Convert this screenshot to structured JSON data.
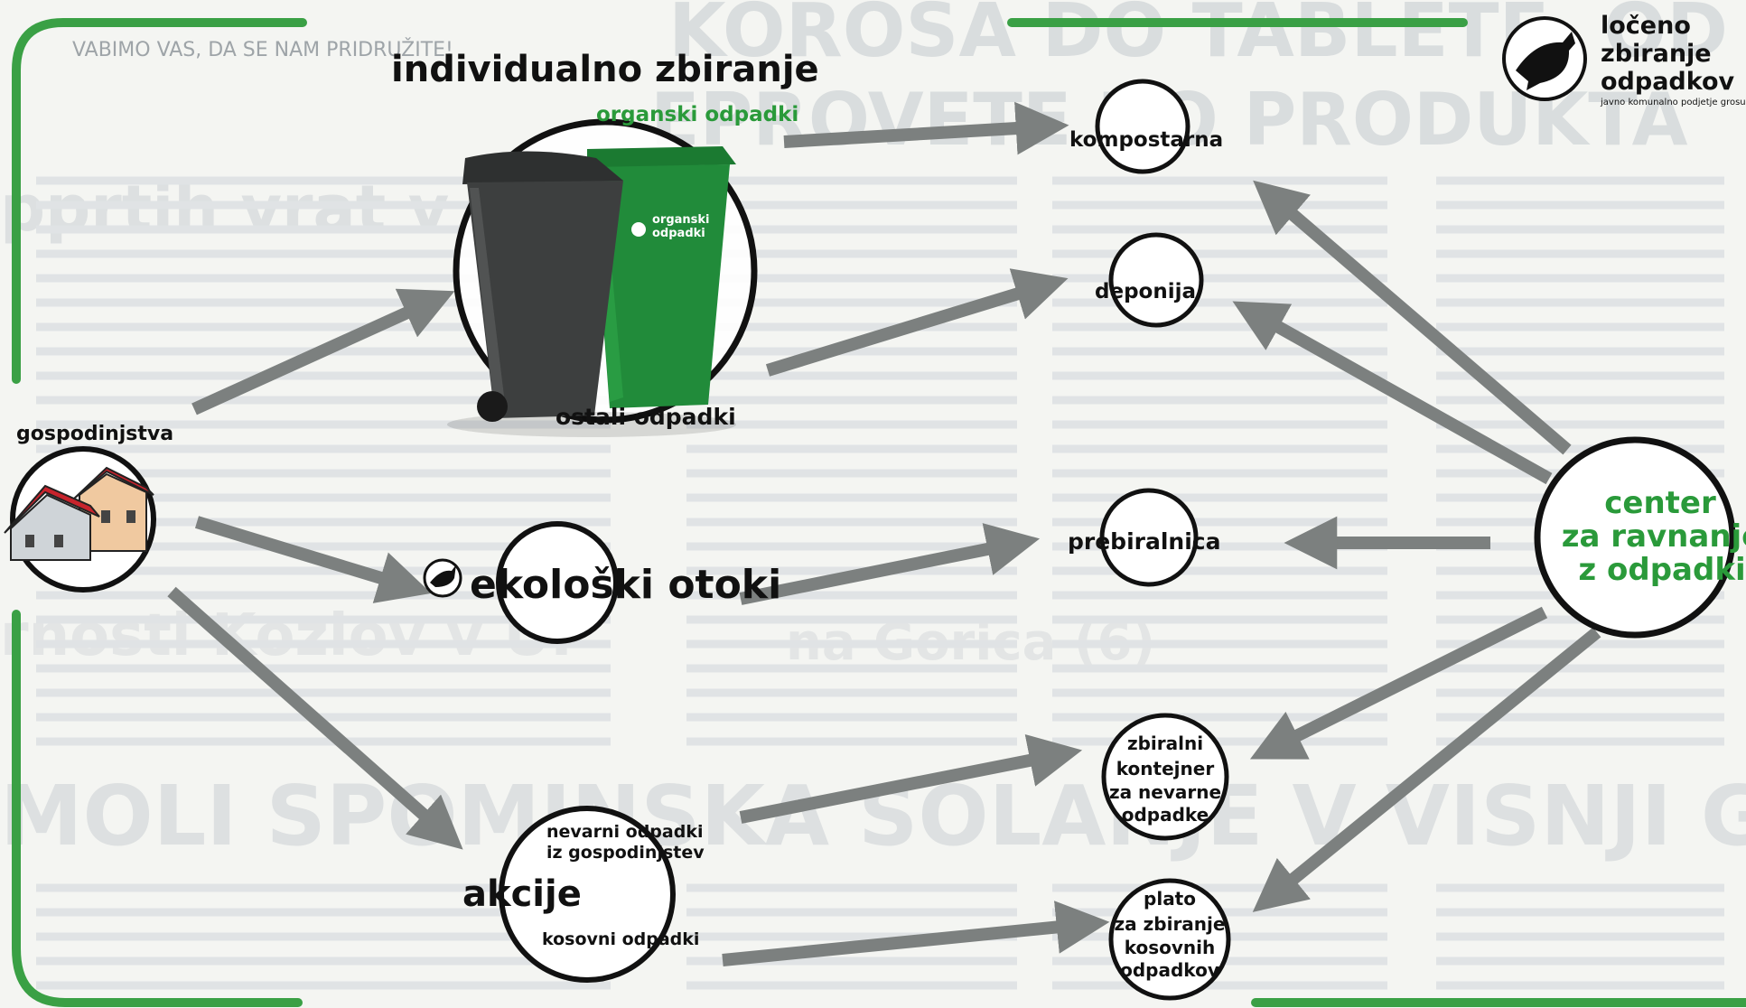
{
  "logo": {
    "lines": [
      "ločeno",
      "zbiranje",
      "odpadkov"
    ],
    "subtitle": "javno komunalno podjetje grosuplje"
  },
  "background_text": {
    "headline_top": "KOROŠA DO TABLETE, OD",
    "headline_top_2": "EPROVETE DO PRODUKTA",
    "headline_left": "pprtih vrat v Livad",
    "headline_bottom": "MOLI SPOMINSKA SOLANJE V VISNJI GOR",
    "headline_mid": "rnosti Kozlov v UI",
    "headline_mid2": "na Gorica (6)",
    "strip": "VABIMO VAS, DA SE NAM PRIDRUŽITE!"
  },
  "diagram": {
    "title": "individualno zbiranje",
    "organic_label": "organski odpadki",
    "bin_label_line1": "organski",
    "bin_label_line2": "odpadki",
    "residual_label": "ostali odpadki",
    "households": "gospodinjstva",
    "eco_islands": "ekološki otoki",
    "actions": "akcije",
    "hazardous_household_line1": "nevarni odpadki",
    "hazardous_household_line2": "iz gospodinjstev",
    "bulky": "kosovni odpadki",
    "composting": "kompostarna",
    "landfill": "deponija",
    "sorting": "prebiralnica",
    "hazard_container": [
      "zbiralni",
      "kontejner",
      "za nevarne",
      "odpadke"
    ],
    "bulky_plateau": [
      "plato",
      "za zbiranje",
      "kosovnih",
      "odpadkov"
    ],
    "center": [
      "center",
      "za ravnanje",
      "z odpadki"
    ]
  },
  "colors": {
    "accent_green": "#2a9a3a",
    "frame_green": "#3aa045",
    "arrow_gray": "#7c807f",
    "circle": "#111111",
    "house_roof": "#c8232c",
    "bin_dark": "#3d3f3f",
    "bin_green": "#218b3a"
  }
}
